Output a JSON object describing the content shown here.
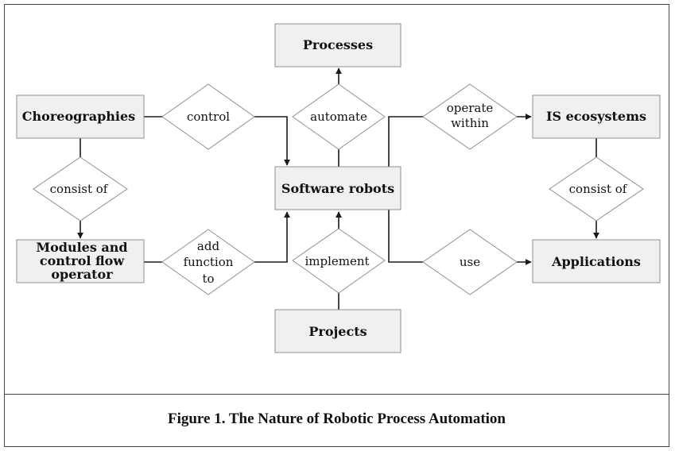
{
  "entities": {
    "processes": "Processes",
    "choreographies": "Choreographies",
    "software_robots": "Software robots",
    "is_ecosystems": "IS ecosystems",
    "modules": [
      "Modules and",
      "control flow",
      "operator"
    ],
    "applications": "Applications",
    "projects": "Projects"
  },
  "relationships": {
    "control": [
      "control"
    ],
    "automate": [
      "automate"
    ],
    "operate_within": [
      "operate",
      "within"
    ],
    "consist_of_left": [
      "consist of"
    ],
    "consist_of_right": [
      "consist of"
    ],
    "add_function_to": [
      "add",
      "function",
      "to"
    ],
    "implement": [
      "implement"
    ],
    "use": [
      "use"
    ]
  },
  "caption": "Figure 1. The Nature of Robotic Process Automation"
}
